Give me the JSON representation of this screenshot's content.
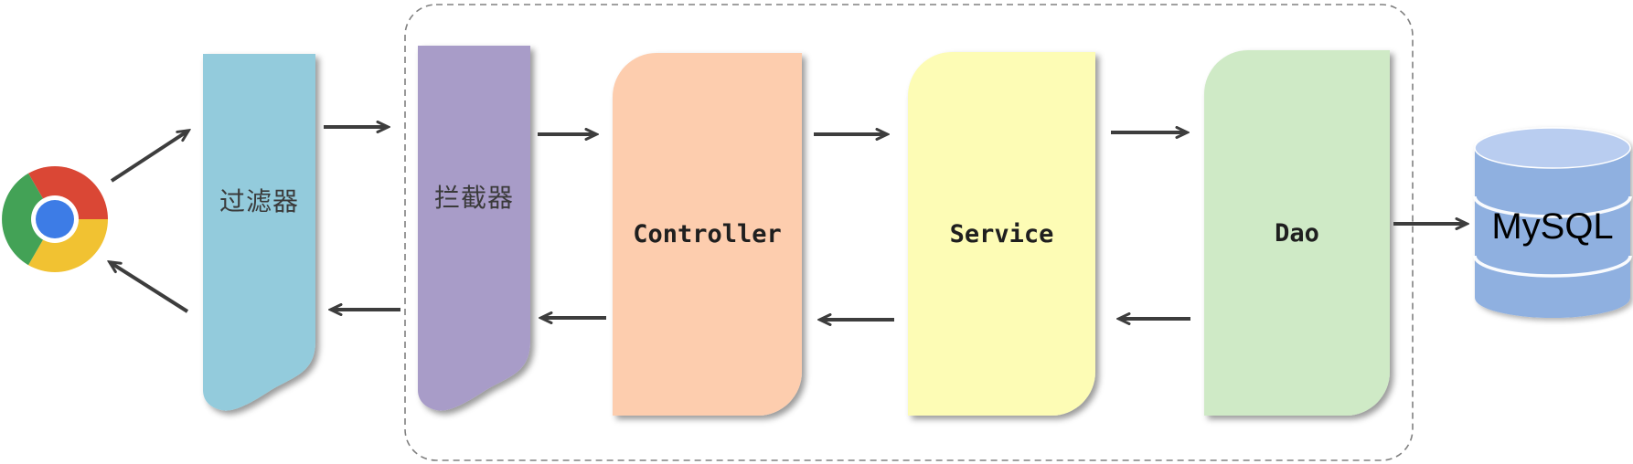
{
  "diagram_title": "Web request flow: browser through filter, interceptor, controller, service, dao to MySQL",
  "nodes": {
    "browser": {
      "name": "Chrome browser",
      "icon": "chrome-logo"
    },
    "filter": {
      "label": "过滤器",
      "fill": "#93cbdc",
      "shape": "document-flag"
    },
    "interceptor": {
      "label": "拦截器",
      "fill": "#a89cc8",
      "shape": "document-flag"
    },
    "controller": {
      "label": "Controller",
      "fill": "#fdcdae",
      "shape": "round-diagonal-rect"
    },
    "service": {
      "label": "Service",
      "fill": "#fdfcb5",
      "shape": "round-diagonal-rect"
    },
    "dao": {
      "label": "Dao",
      "fill": "#cfeac6",
      "shape": "round-diagonal-rect"
    },
    "mysql": {
      "label": "MySQL",
      "fill": "#8fb0e0",
      "top_fill": "#b9cdf0",
      "shape": "database-cylinder"
    }
  },
  "container": {
    "name": "dashed application boundary",
    "stroke": "#808080",
    "style": "dashed rounded rectangle"
  },
  "connections": [
    {
      "from": "browser",
      "to": "filter",
      "direction": "request"
    },
    {
      "from": "filter",
      "to": "interceptor",
      "direction": "request"
    },
    {
      "from": "interceptor",
      "to": "controller",
      "direction": "request"
    },
    {
      "from": "controller",
      "to": "service",
      "direction": "request"
    },
    {
      "from": "service",
      "to": "dao",
      "direction": "request"
    },
    {
      "from": "dao",
      "to": "mysql",
      "direction": "request"
    },
    {
      "from": "dao",
      "to": "service",
      "direction": "response"
    },
    {
      "from": "service",
      "to": "controller",
      "direction": "response"
    },
    {
      "from": "controller",
      "to": "interceptor",
      "direction": "response"
    },
    {
      "from": "interceptor",
      "to": "filter",
      "direction": "response"
    },
    {
      "from": "filter",
      "to": "browser",
      "direction": "response"
    }
  ],
  "colors": {
    "arrow": "#3d3d3d",
    "chrome_red": "#da4735",
    "chrome_yellow": "#f1c232",
    "chrome_green": "#43a256",
    "chrome_blue": "#3d7ce6"
  }
}
